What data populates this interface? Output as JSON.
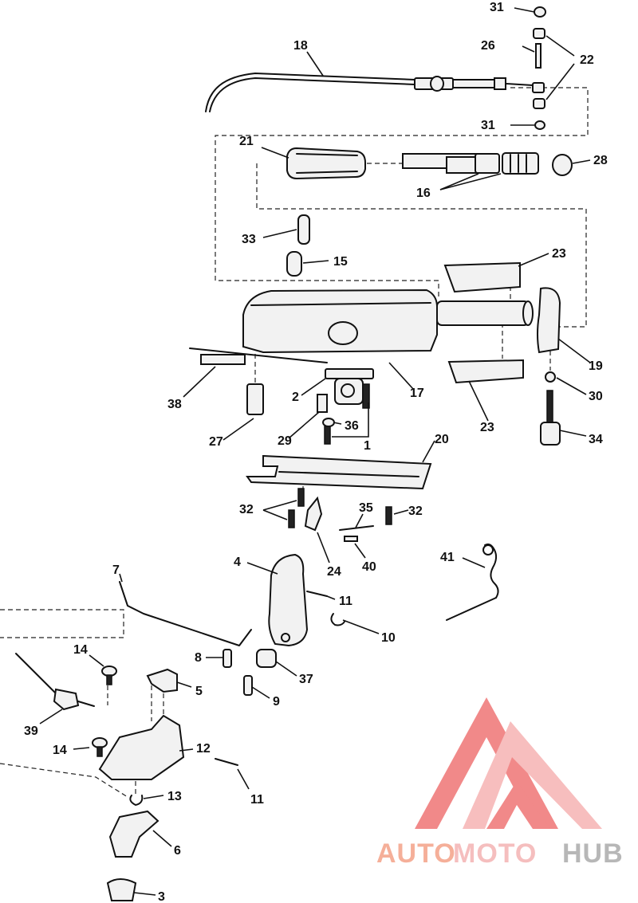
{
  "callouts": [
    {
      "id": "c31a",
      "text": "31"
    },
    {
      "id": "c18",
      "text": "18"
    },
    {
      "id": "c26",
      "text": "26"
    },
    {
      "id": "c22",
      "text": "22"
    },
    {
      "id": "c31b",
      "text": "31"
    },
    {
      "id": "c21",
      "text": "21"
    },
    {
      "id": "c28",
      "text": "28"
    },
    {
      "id": "c16",
      "text": "16"
    },
    {
      "id": "c33",
      "text": "33"
    },
    {
      "id": "c15",
      "text": "15"
    },
    {
      "id": "c23a",
      "text": "23"
    },
    {
      "id": "c19",
      "text": "19"
    },
    {
      "id": "c17",
      "text": "17"
    },
    {
      "id": "c38",
      "text": "38"
    },
    {
      "id": "c2",
      "text": "2"
    },
    {
      "id": "c30",
      "text": "30"
    },
    {
      "id": "c27",
      "text": "27"
    },
    {
      "id": "c29",
      "text": "29"
    },
    {
      "id": "c36",
      "text": "36"
    },
    {
      "id": "c1",
      "text": "1"
    },
    {
      "id": "c23b",
      "text": "23"
    },
    {
      "id": "c34",
      "text": "34"
    },
    {
      "id": "c20",
      "text": "20"
    },
    {
      "id": "c32a",
      "text": "32"
    },
    {
      "id": "c35",
      "text": "35"
    },
    {
      "id": "c32b",
      "text": "32"
    },
    {
      "id": "c24",
      "text": "24"
    },
    {
      "id": "c40",
      "text": "40"
    },
    {
      "id": "c41",
      "text": "41"
    },
    {
      "id": "c4",
      "text": "4"
    },
    {
      "id": "c7",
      "text": "7"
    },
    {
      "id": "c11a",
      "text": "11"
    },
    {
      "id": "c10",
      "text": "10"
    },
    {
      "id": "c14a",
      "text": "14"
    },
    {
      "id": "c8",
      "text": "8"
    },
    {
      "id": "c37",
      "text": "37"
    },
    {
      "id": "c5",
      "text": "5"
    },
    {
      "id": "c9",
      "text": "9"
    },
    {
      "id": "c39",
      "text": "39"
    },
    {
      "id": "c14b",
      "text": "14"
    },
    {
      "id": "c12",
      "text": "12"
    },
    {
      "id": "c11b",
      "text": "11"
    },
    {
      "id": "c13",
      "text": "13"
    },
    {
      "id": "c6",
      "text": "6"
    },
    {
      "id": "c3",
      "text": "3"
    }
  ],
  "watermark": {
    "part1": "AUTO",
    "part2": "MOTO",
    "part3": "HUB",
    "colors": {
      "primary": "#f07d7d",
      "light": "#f7b7b7",
      "gray": "#b0b0b0"
    }
  }
}
